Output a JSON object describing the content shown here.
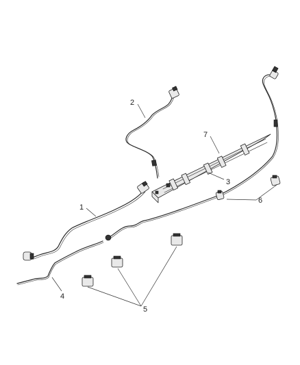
{
  "diagram": {
    "callouts": [
      {
        "id": "1",
        "label": "1"
      },
      {
        "id": "2",
        "label": "2"
      },
      {
        "id": "3",
        "label": "3"
      },
      {
        "id": "4",
        "label": "4"
      },
      {
        "id": "5",
        "label": "5"
      },
      {
        "id": "6",
        "label": "6"
      },
      {
        "id": "7",
        "label": "7"
      }
    ],
    "colors": {
      "line": "#2a2a2a",
      "part_fill": "#e9e9e9",
      "background": "#ffffff"
    }
  }
}
